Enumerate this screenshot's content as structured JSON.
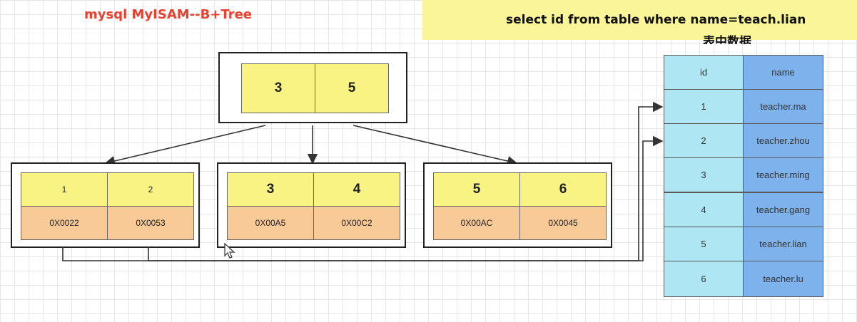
{
  "title": "mysql MyISAM--B+Tree",
  "query": "select id from table where name=teach.lian",
  "table_caption": "表中数据",
  "root_keys": [
    "3",
    "5"
  ],
  "leaves": [
    {
      "keys": [
        "1",
        "2"
      ],
      "pointers": [
        "0X0022",
        "0X0053"
      ]
    },
    {
      "keys": [
        "3",
        "4"
      ],
      "pointers": [
        "0X00A5",
        "0X00C2"
      ]
    },
    {
      "keys": [
        "5",
        "6"
      ],
      "pointers": [
        "0X00AC",
        "0X0045"
      ]
    }
  ],
  "table": {
    "headers": [
      "id",
      "name"
    ],
    "rows": [
      [
        "1",
        "teacher.ma"
      ],
      [
        "2",
        "teacher.zhou"
      ],
      [
        "3",
        "teacher.ming"
      ],
      [
        "4",
        "teacher.gang"
      ],
      [
        "5",
        "teacher.lian"
      ],
      [
        "6",
        "teacher.lu"
      ]
    ]
  }
}
